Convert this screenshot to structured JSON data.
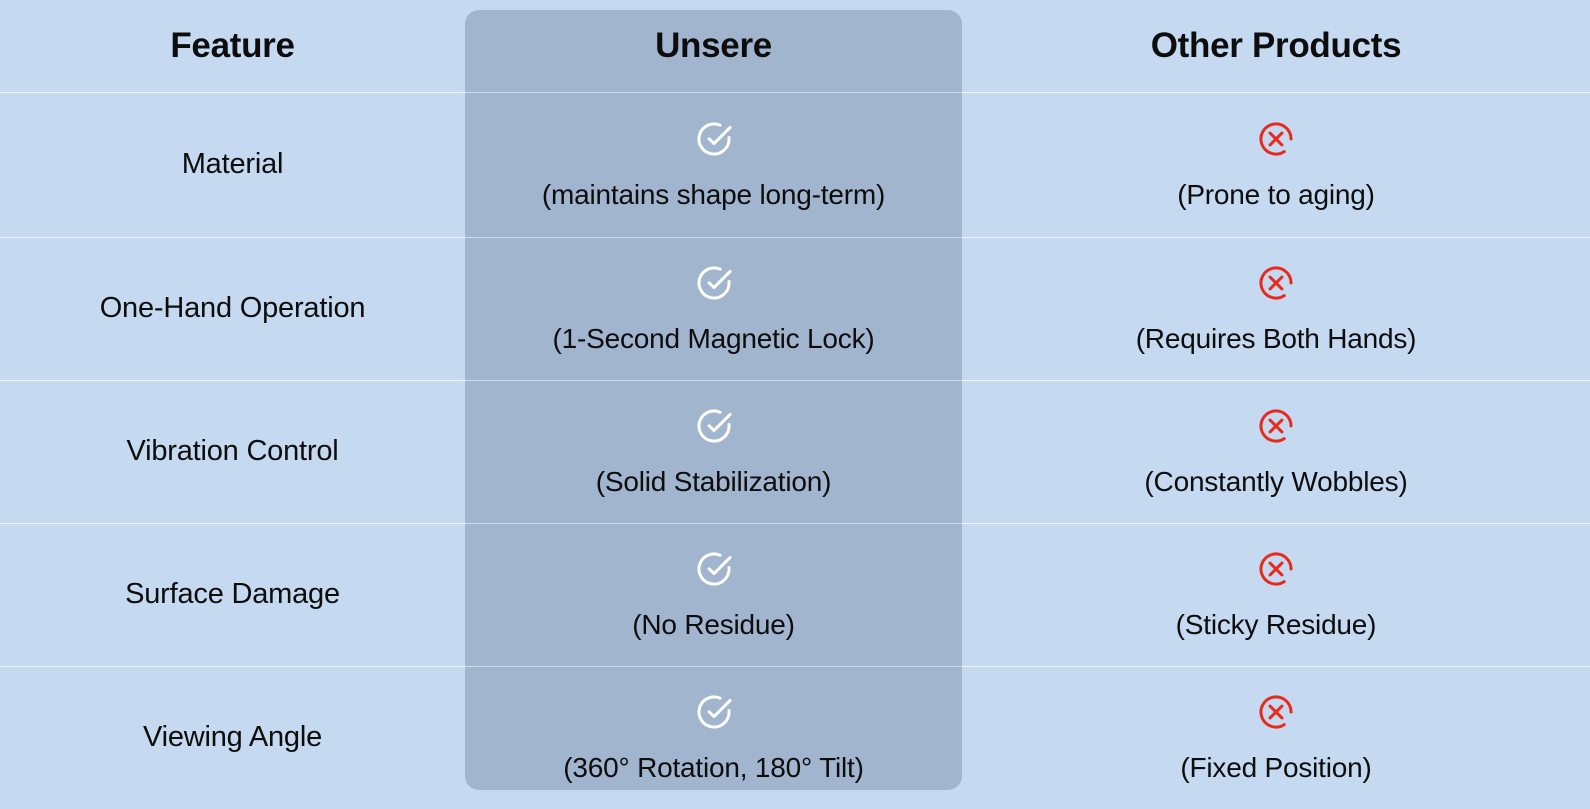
{
  "table": {
    "headers": [
      {
        "label": "Feature",
        "name": "header-feature"
      },
      {
        "label": "Unsere",
        "name": "header-unsere"
      },
      {
        "label": "Other Products",
        "name": "header-other-products"
      }
    ],
    "rows": [
      {
        "feature": "Material",
        "ours": {
          "icon": "check-circle-icon",
          "caption": "(maintains shape long-term)"
        },
        "others": {
          "icon": "x-circle-icon",
          "caption": "(Prone to aging)"
        }
      },
      {
        "feature": "One-Hand Operation",
        "ours": {
          "icon": "check-circle-icon",
          "caption": "(1-Second Magnetic Lock)"
        },
        "others": {
          "icon": "x-circle-icon",
          "caption": "(Requires Both Hands)"
        }
      },
      {
        "feature": "Vibration Control",
        "ours": {
          "icon": "check-circle-icon",
          "caption": "(Solid Stabilization)"
        },
        "others": {
          "icon": "x-circle-icon",
          "caption": "(Constantly Wobbles)"
        }
      },
      {
        "feature": "Surface Damage",
        "ours": {
          "icon": "check-circle-icon",
          "caption": "(No Residue)"
        },
        "others": {
          "icon": "x-circle-icon",
          "caption": "(Sticky Residue)"
        }
      },
      {
        "feature": "Viewing Angle",
        "ours": {
          "icon": "check-circle-icon",
          "caption": "(360° Rotation, 180° Tilt)"
        },
        "others": {
          "icon": "x-circle-icon",
          "caption": "(Fixed Position)"
        }
      }
    ]
  },
  "colors": {
    "background": "#c5daf0",
    "highlight_column": "#a2b5cf",
    "text": "#0d0d0d",
    "check_icon": "#ffffff",
    "x_icon": "#e8291c",
    "row_separator": "#e8eef5"
  }
}
